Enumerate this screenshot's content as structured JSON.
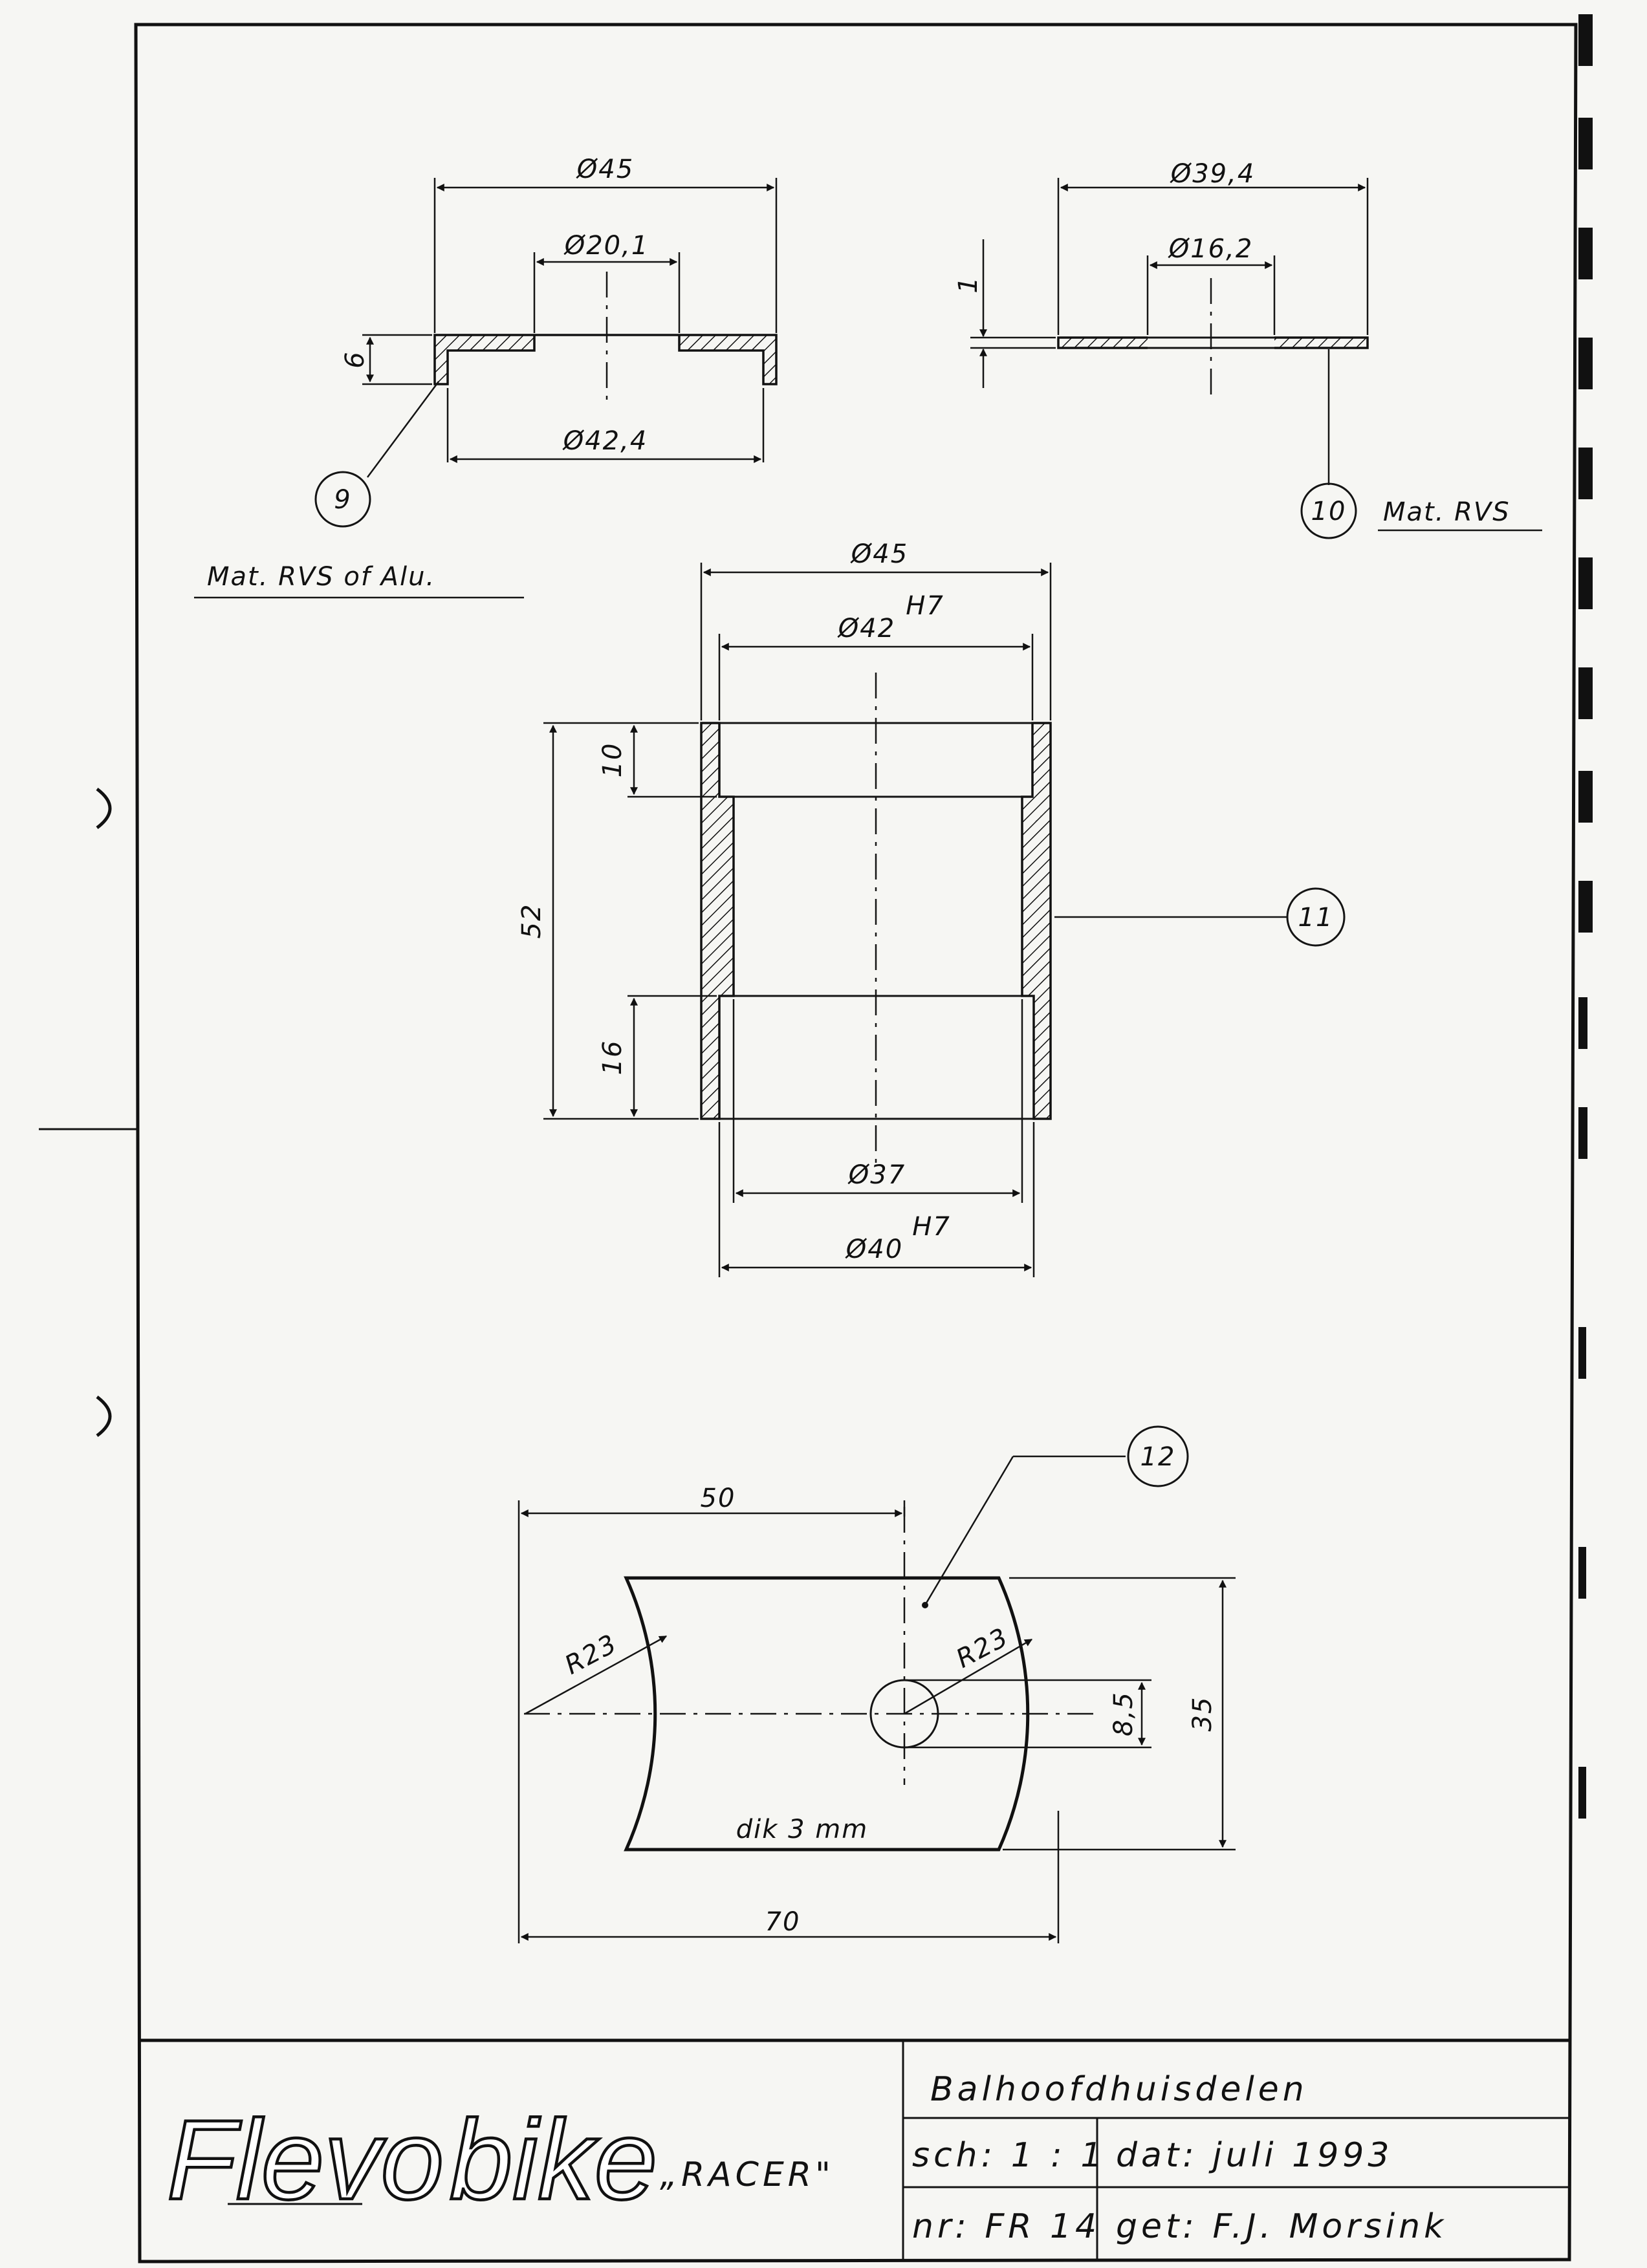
{
  "part9": {
    "dim_outer": "Ø45",
    "dim_bore": "Ø20,1",
    "dim_inner": "Ø42,4",
    "dim_height": "6",
    "balloon": "9",
    "material": "Mat. RVS of Alu."
  },
  "part10": {
    "dim_outer": "Ø39,4",
    "dim_bore": "Ø16,2",
    "dim_thickness": "1",
    "balloon": "10",
    "material": "Mat. RVS"
  },
  "part11": {
    "dim_outer": "Ø45",
    "dim_upper_bore": "Ø42",
    "fit_upper": "H7",
    "dim_length": "52",
    "dim_upper_depth": "10",
    "dim_lower_depth": "16",
    "dim_inner": "Ø37",
    "dim_lower_bore": "Ø40",
    "fit_lower": "H7",
    "balloon": "11"
  },
  "part12": {
    "balloon": "12",
    "dim_center": "50",
    "dim_length": "70",
    "dim_width": "35",
    "dim_hole": "8,5",
    "radius_left": "R23",
    "radius_right": "R23",
    "note": "dik 3 mm"
  },
  "title_block": {
    "logo_main": "Flevo",
    "logo_sub": "bike",
    "model": "„RACER\"",
    "title": "Balhoofdhuisdelen",
    "scale": "sch: 1 : 1",
    "date": "dat:  juli  1993",
    "number": "nr: FR 14",
    "drawn_by": "get:  F.J.  Morsink"
  }
}
